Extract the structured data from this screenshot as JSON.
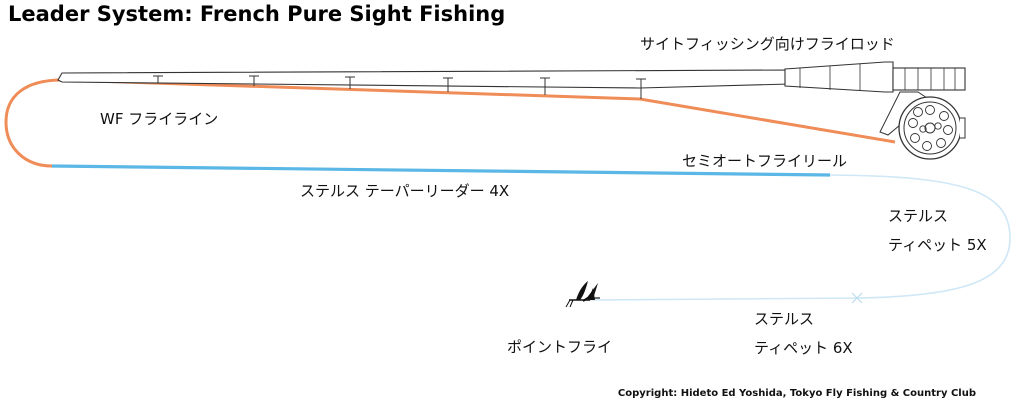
{
  "title": "Leader System: French Pure Sight Fishing",
  "labels": {
    "rod": "サイトフィッシング向けフライロッド",
    "fly_line": "WF フライライン",
    "reel": "セミオートフライリール",
    "leader": "ステルス テーパーリーダー 4X",
    "tippet_5x_line1": "ステルス",
    "tippet_5x_line2": "ティペット 5X",
    "fly": "ポイントフライ",
    "tippet_6x_line1": "ステルス",
    "tippet_6x_line2": "ティペット 6X"
  },
  "copyright": "Copyright: Hideto Ed Yoshida, Tokyo Fly Fishing & Country Club",
  "colors": {
    "fly_line": "#ef8c57",
    "leader": "#5bb7e6",
    "tippet": "#cfe7f6",
    "rod": "#333333"
  },
  "icons": [
    "fly-rod-icon",
    "fly-reel-icon",
    "fly-icon",
    "knot-icon"
  ]
}
